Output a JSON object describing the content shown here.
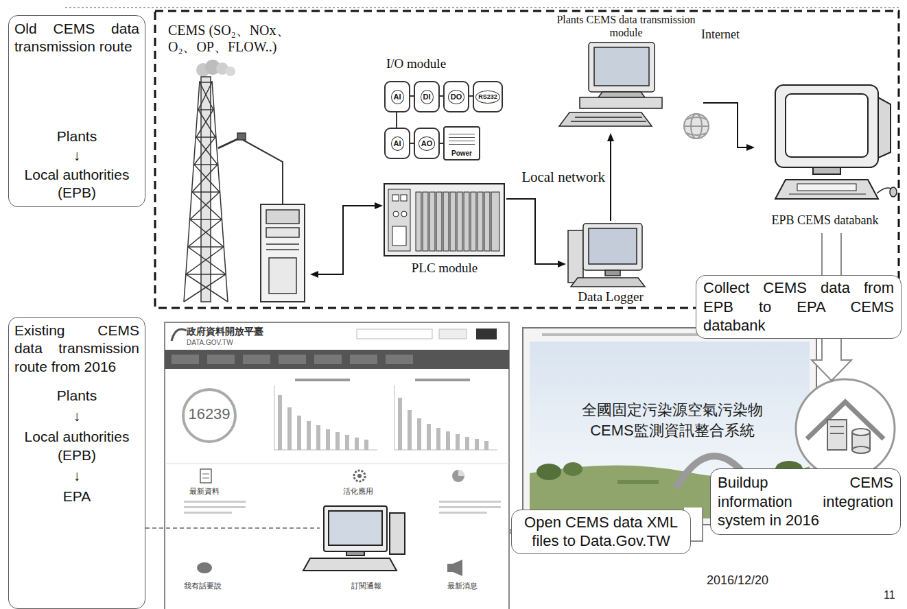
{
  "diagram": {
    "nodes": [
      {
        "text": [
          "Old CEMS data transmission route",
          "Plants",
          "↓",
          "Local authorities (EPB)"
        ]
      },
      {
        "text": [
          "Existing CEMS data transmission route from 2016",
          "Plants",
          "↓",
          "Local authorities (EPB)",
          "↓",
          "EPA"
        ]
      },
      {
        "text": [
          "CEMS (SO₂、NOx、O₂、OP、FLOW..)"
        ]
      },
      {
        "text": [
          "I/O module"
        ]
      },
      {
        "text": [
          "AI"
        ],
        "in": 3
      },
      {
        "text": [
          "DI"
        ],
        "in": 3
      },
      {
        "text": [
          "DO"
        ],
        "in": 3
      },
      {
        "text": [
          "RS232"
        ],
        "in": 3
      },
      {
        "text": [
          "AI"
        ],
        "in": 3
      },
      {
        "text": [
          "AO"
        ],
        "in": 3
      },
      {
        "text": [
          "Power"
        ],
        "in": 3
      },
      {
        "text": [
          "PLC module"
        ]
      },
      {
        "text": [
          "Data Logger"
        ]
      },
      {
        "text": [
          "Plants CEMS data transmission module"
        ]
      },
      {
        "text": [
          "EPB CEMS databank"
        ]
      },
      {
        "text": [
          "全國固定污染源空氣污染物 CEMS監測資訊整合系統"
        ]
      },
      {
        "text": [
          "Buildup CEMS information integration system in 2016"
        ]
      },
      {
        "text": [
          "政府資料開放平臺",
          "DATA.GOV.TW",
          "16239"
        ]
      }
    ],
    "edges": [
      {
        "from": 2,
        "to": 11,
        "arrow": "both"
      },
      {
        "from": 11,
        "to": 12,
        "arrow": "to"
      },
      {
        "from": 12,
        "to": 13,
        "label": "Local network",
        "arrow": "to"
      },
      {
        "from": 13,
        "to": 14,
        "label": "Internet",
        "arrow": "to"
      },
      {
        "from": 14,
        "to": 15,
        "label": "Collect CEMS data from EPB to EPA CEMS databank",
        "arrow": "to"
      },
      {
        "from": 15,
        "to": 17,
        "label": "Open CEMS data XML files to Data.Gov.TW",
        "arrow": "to"
      }
    ],
    "labels": [
      "最新資料",
      "活化應用",
      "我有話要說",
      "訂閱通報",
      "最新消息",
      "2016/12/20",
      "11"
    ]
  }
}
